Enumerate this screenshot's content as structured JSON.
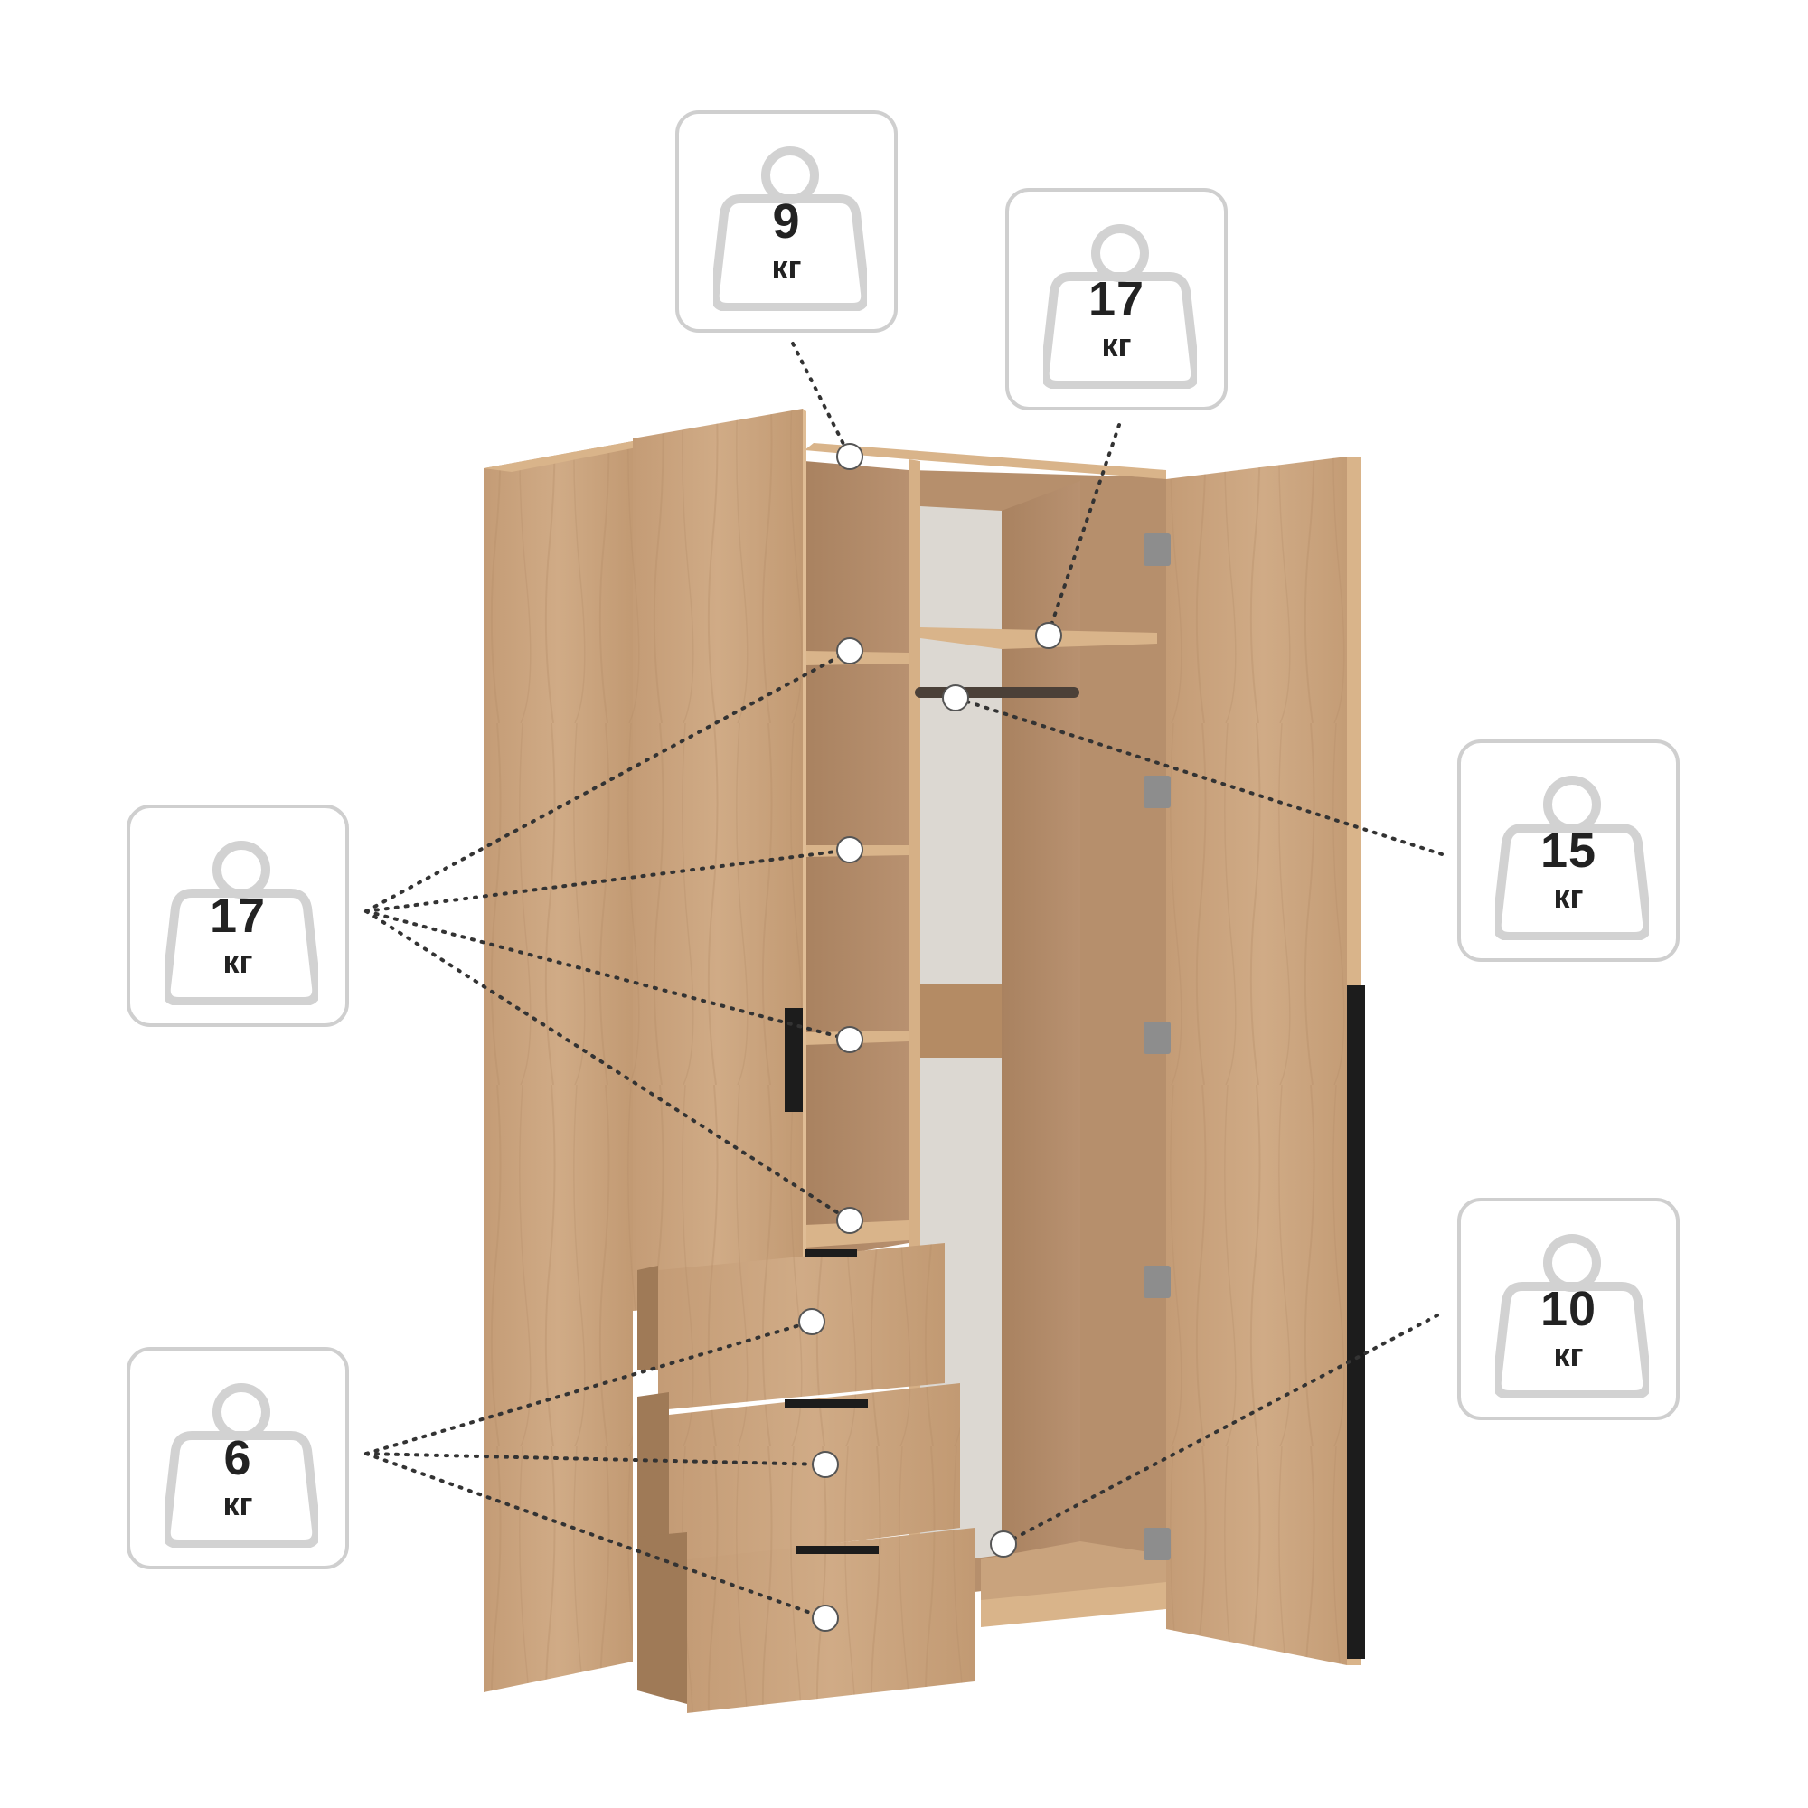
{
  "colors": {
    "wood": "#caa581",
    "wood_dark": "#a9835f",
    "wood_edge": "#d9b48a",
    "back_panel": "#dcd8d2",
    "handle": "#1c1c1c",
    "badge_border": "#cfcfcf",
    "leader_line": "#333333"
  },
  "badges": [
    {
      "id": "top-shelf-left",
      "value": "9",
      "unit": "кг"
    },
    {
      "id": "top-shelf-right",
      "value": "17",
      "unit": "кг"
    },
    {
      "id": "hanging-rail",
      "value": "15",
      "unit": "кг"
    },
    {
      "id": "shelves-left",
      "value": "17",
      "unit": "кг"
    },
    {
      "id": "bottom-compartment",
      "value": "10",
      "unit": "кг"
    },
    {
      "id": "drawers",
      "value": "6",
      "unit": "кг"
    }
  ]
}
